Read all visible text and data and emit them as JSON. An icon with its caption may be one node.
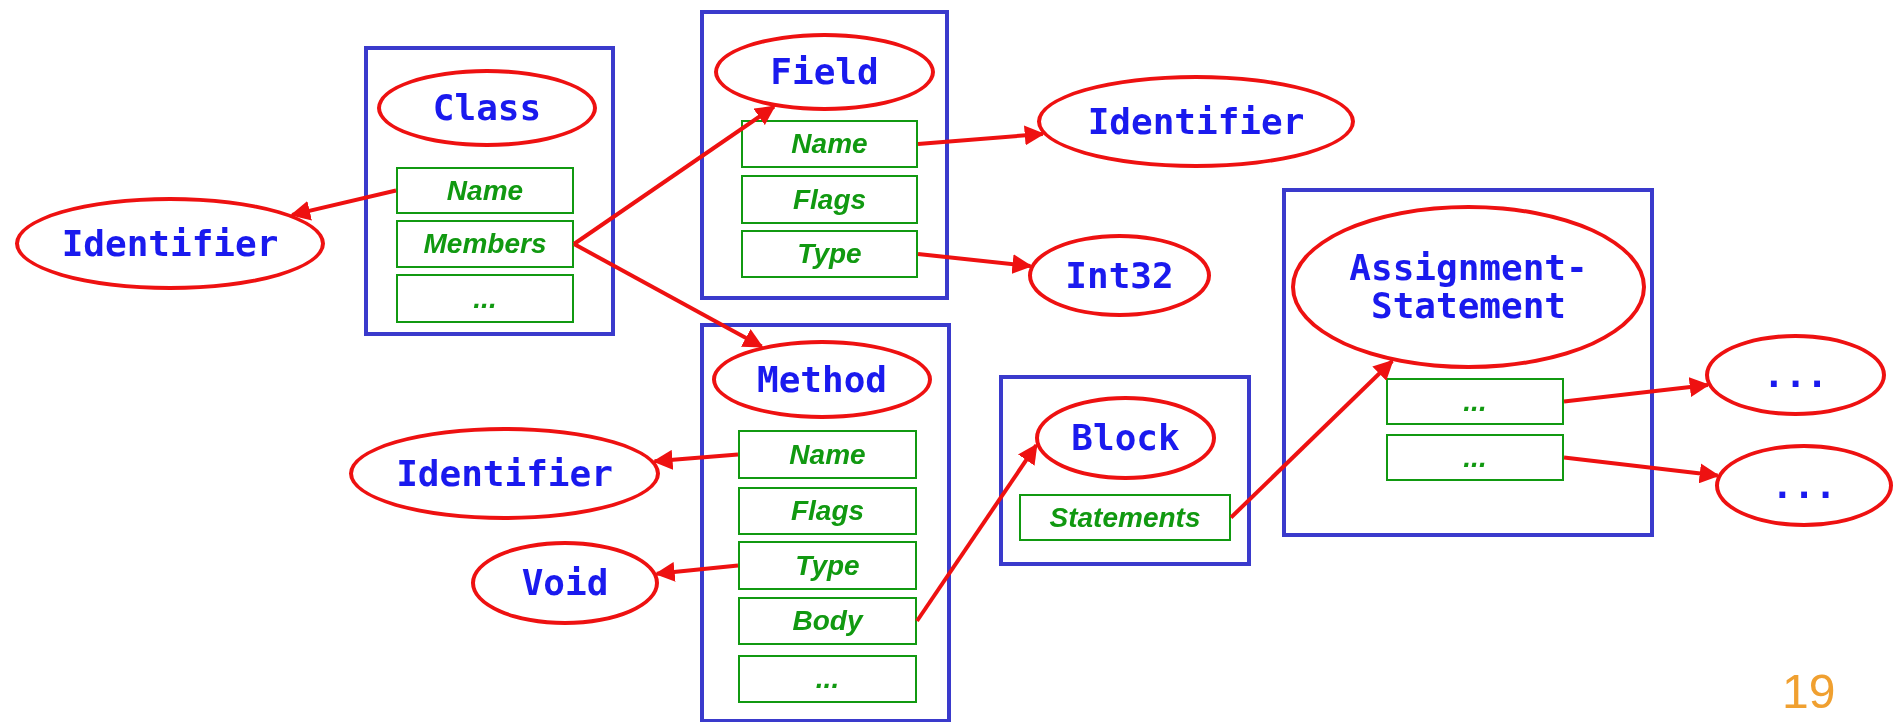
{
  "diagram": {
    "nodes": [
      {
        "text": [],
        "shape": "box"
      },
      {
        "text": [
          "Class"
        ],
        "in": 0
      },
      {
        "text": [
          "Name"
        ],
        "in": 0
      },
      {
        "text": [
          "Members"
        ],
        "in": 0
      },
      {
        "text": [
          "..."
        ],
        "in": 0
      },
      {
        "text": [
          "Identifier"
        ]
      },
      {
        "text": [],
        "shape": "box"
      },
      {
        "text": [
          "Field"
        ],
        "in": 6
      },
      {
        "text": [
          "Name"
        ],
        "in": 6
      },
      {
        "text": [
          "Flags"
        ],
        "in": 6
      },
      {
        "text": [
          "Type"
        ],
        "in": 6
      },
      {
        "text": [
          "Identifier"
        ]
      },
      {
        "text": [
          "Int32"
        ]
      },
      {
        "text": [],
        "shape": "box"
      },
      {
        "text": [
          "Method"
        ],
        "in": 13
      },
      {
        "text": [
          "Name"
        ],
        "in": 13
      },
      {
        "text": [
          "Flags"
        ],
        "in": 13
      },
      {
        "text": [
          "Type"
        ],
        "in": 13
      },
      {
        "text": [
          "Body"
        ],
        "in": 13
      },
      {
        "text": [
          "..."
        ],
        "in": 13
      },
      {
        "text": [
          "Identifier"
        ]
      },
      {
        "text": [
          "Void"
        ]
      },
      {
        "text": [],
        "shape": "box"
      },
      {
        "text": [
          "Block"
        ],
        "in": 22
      },
      {
        "text": [
          "Statements"
        ],
        "in": 22
      },
      {
        "text": [],
        "shape": "box"
      },
      {
        "text": [
          "Assignment-Statement"
        ],
        "in": 25
      },
      {
        "text": [
          "..."
        ],
        "in": 25
      },
      {
        "text": [
          "..."
        ],
        "in": 25
      },
      {
        "text": [
          "..."
        ]
      },
      {
        "text": [
          "..."
        ]
      }
    ],
    "edges": [
      {
        "from": 2,
        "to": 5,
        "arrow": "to"
      },
      {
        "from": 3,
        "to": 7,
        "arrow": "to"
      },
      {
        "from": 3,
        "to": 14,
        "arrow": "to"
      },
      {
        "from": 8,
        "to": 11,
        "arrow": "to"
      },
      {
        "from": 10,
        "to": 12,
        "arrow": "to"
      },
      {
        "from": 15,
        "to": 20,
        "arrow": "to"
      },
      {
        "from": 17,
        "to": 21,
        "arrow": "to"
      },
      {
        "from": 18,
        "to": 23,
        "arrow": "to"
      },
      {
        "from": 24,
        "to": 26,
        "arrow": "to"
      },
      {
        "from": 27,
        "to": 29,
        "arrow": "to"
      },
      {
        "from": 28,
        "to": 30,
        "arrow": "to"
      }
    ],
    "labels": [
      "19"
    ]
  }
}
